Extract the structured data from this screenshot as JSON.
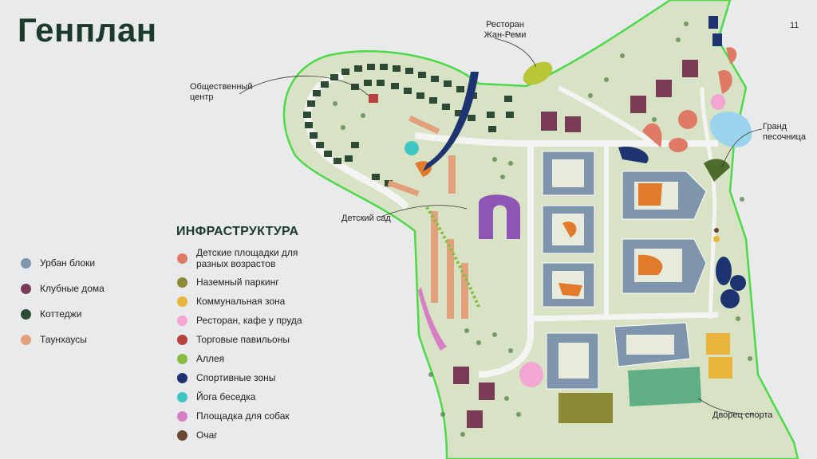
{
  "header": {
    "title": "Генплан",
    "page_number": "11"
  },
  "housing_legend": [
    {
      "label": "Урбан блоки",
      "color": "#7f95ab"
    },
    {
      "label": "Клубные дома",
      "color": "#7a3b55"
    },
    {
      "label": "Коттеджи",
      "color": "#2d4a34"
    },
    {
      "label": "Таунхаусы",
      "color": "#e2a07c"
    }
  ],
  "infrastructure": {
    "title": "ИНФРАСТРУКТУРА",
    "items": [
      {
        "label": "Детские площадки для разных возрастов",
        "color": "#de7a66"
      },
      {
        "label": "Наземный паркинг",
        "color": "#8c8a35"
      },
      {
        "label": "Коммунальная зона",
        "color": "#e9b43a"
      },
      {
        "label": "Ресторан, кафе у пруда",
        "color": "#f2a6d2"
      },
      {
        "label": "Торговые павильоны",
        "color": "#b8433d"
      },
      {
        "label": "Аллея",
        "color": "#85bd43"
      },
      {
        "label": "Спортивные зоны",
        "color": "#1d3470"
      },
      {
        "label": "Йога беседка",
        "color": "#3fc6c0"
      },
      {
        "label": "Площадка для собак",
        "color": "#d77fc4"
      },
      {
        "label": "Очаг",
        "color": "#6b4630"
      }
    ]
  },
  "callouts": {
    "public_center": "Общественный центр",
    "restaurant": "Ресторан Жан-Реми",
    "grand_sandbox": "Гранд песочница",
    "kindergarten": "Детский сад",
    "sports_palace": "Дворец спорта"
  }
}
